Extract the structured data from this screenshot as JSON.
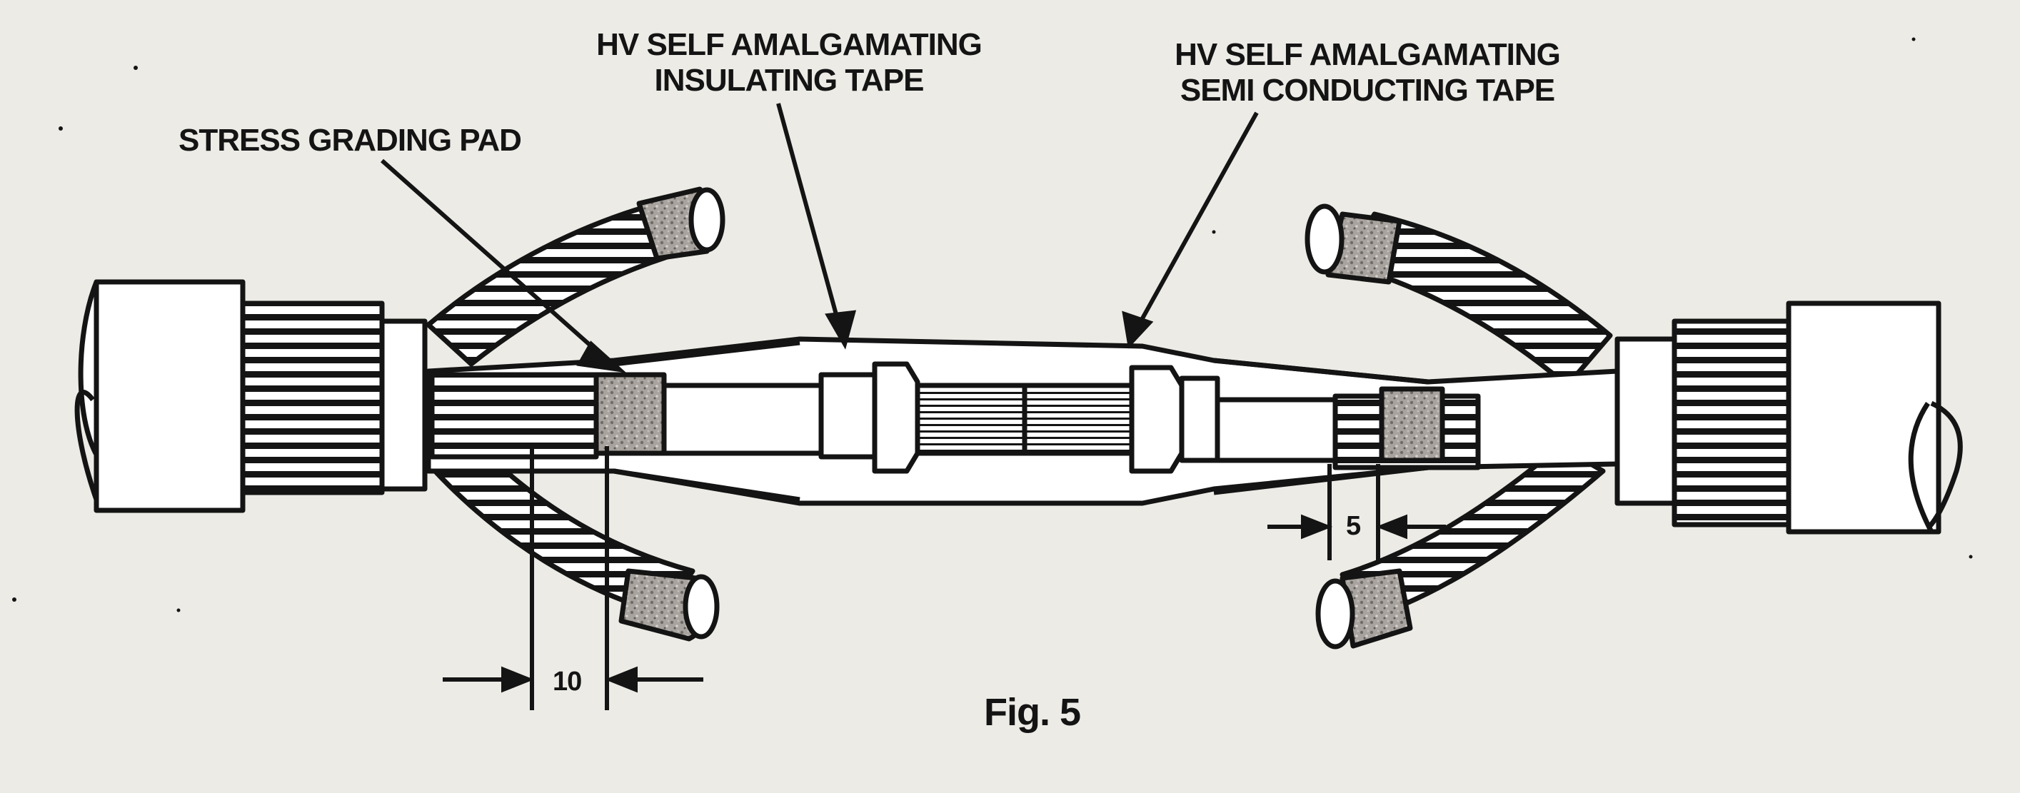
{
  "labels": {
    "stress_pad": "STRESS GRADING PAD",
    "insulating_tape_l1": "HV SELF AMALGAMATING",
    "insulating_tape_l2": "INSULATING TAPE",
    "semi_tape_l1": "HV SELF AMALGAMATING",
    "semi_tape_l2": "SEMI CONDUCTING TAPE"
  },
  "dimensions": {
    "left_gap": "10",
    "right_gap": "5"
  },
  "caption": "Fig. 5",
  "colors": {
    "ink": "#141414",
    "paper": "#ecebe6",
    "fill": "#ffffff",
    "stipple": "#8f8a85"
  }
}
